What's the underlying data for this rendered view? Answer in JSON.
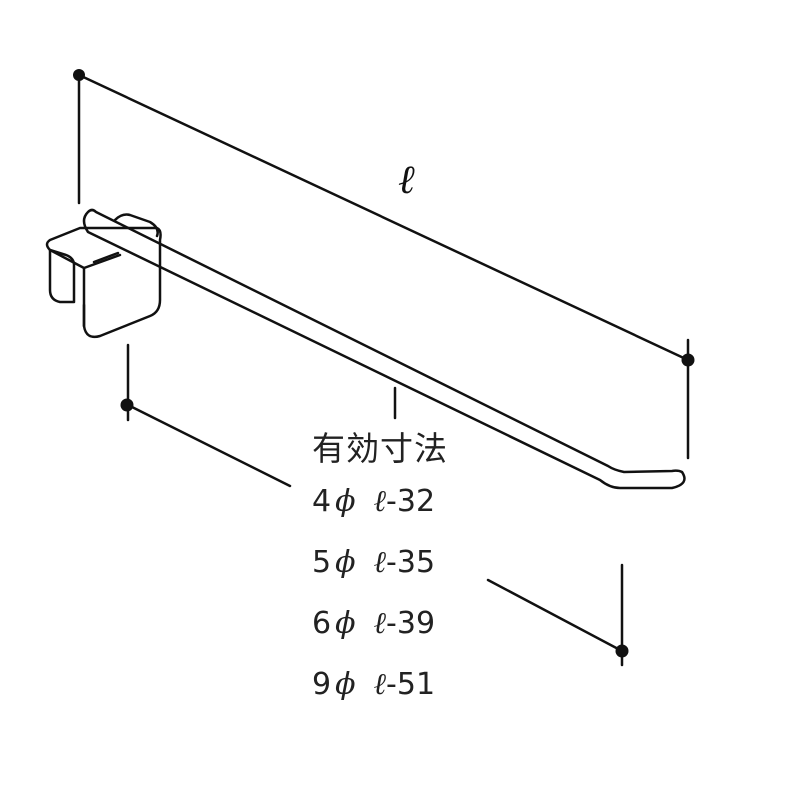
{
  "diagram": {
    "dimension_label": "ℓ",
    "spec_title": "有効寸法",
    "specs": [
      {
        "diameter": "4",
        "phi": "ϕ",
        "ell": "ℓ",
        "length": "-32"
      },
      {
        "diameter": "5",
        "phi": "ϕ",
        "ell": "ℓ",
        "length": "-35"
      },
      {
        "diameter": "6",
        "phi": "ϕ",
        "ell": "ℓ",
        "length": "-39"
      },
      {
        "diameter": "9",
        "phi": "ϕ",
        "ell": "ℓ",
        "length": "-51"
      }
    ],
    "colors": {
      "line": "#111111",
      "background": "#ffffff"
    }
  }
}
